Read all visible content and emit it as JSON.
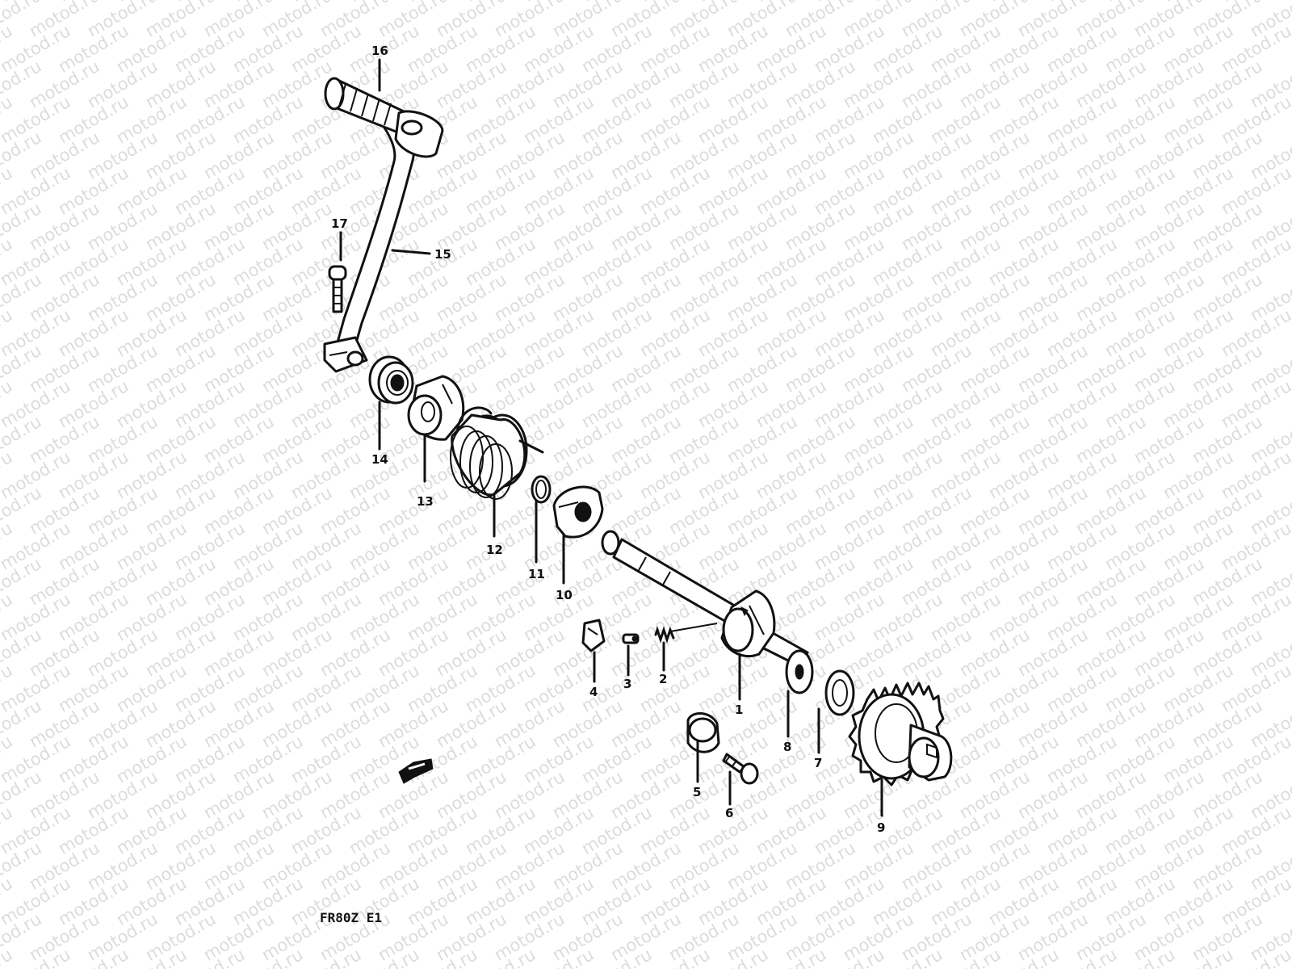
{
  "watermark": {
    "text": "motod.ru"
  },
  "drawing_code": "FR80Z E1",
  "callouts": [
    {
      "id": "1",
      "label": "1"
    },
    {
      "id": "2",
      "label": "2"
    },
    {
      "id": "3",
      "label": "3"
    },
    {
      "id": "4",
      "label": "4"
    },
    {
      "id": "5",
      "label": "5"
    },
    {
      "id": "6",
      "label": "6"
    },
    {
      "id": "7",
      "label": "7"
    },
    {
      "id": "8",
      "label": "8"
    },
    {
      "id": "9",
      "label": "9"
    },
    {
      "id": "10",
      "label": "10"
    },
    {
      "id": "11",
      "label": "11"
    },
    {
      "id": "12",
      "label": "12"
    },
    {
      "id": "13",
      "label": "13"
    },
    {
      "id": "14",
      "label": "14"
    },
    {
      "id": "15",
      "label": "15"
    },
    {
      "id": "16",
      "label": "16"
    },
    {
      "id": "17",
      "label": "17"
    }
  ]
}
